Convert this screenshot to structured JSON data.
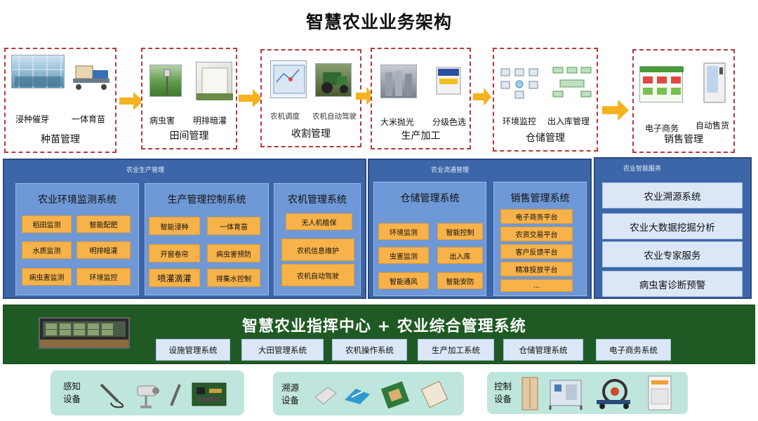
{
  "title": "智慧农业业务架构",
  "stages": [
    {
      "name": "种苗管理",
      "captions": [
        "浸种催芽",
        "一体育苗"
      ]
    },
    {
      "name": "田间管理",
      "captions": [
        "病虫害",
        "明排暗灌"
      ]
    },
    {
      "name": "收割管理",
      "captions": [
        "农机调度",
        "农机自动驾驶"
      ]
    },
    {
      "name": "生产加工",
      "captions": [
        "大米抛光",
        "分级色选"
      ]
    },
    {
      "name": "仓储管理",
      "captions": [
        "环境监控",
        "出入库管理"
      ]
    },
    {
      "name": "销售管理",
      "captions": [
        "电子商务",
        "自动售货"
      ]
    }
  ],
  "panels": {
    "production": {
      "label": "农业生产管理",
      "systems": [
        {
          "title": "农业环境监测系统",
          "items": [
            "稻田监测",
            "智能配肥",
            "水质监测",
            "明排暗灌",
            "病虫害监测",
            "环境监控"
          ]
        },
        {
          "title": "生产管理控制系统",
          "items": [
            "智能浸种",
            "一体育苗",
            "开窗卷帘",
            "病虫害预防",
            "喷灌滴灌",
            "排集水控制"
          ]
        },
        {
          "title": "农机管理系统",
          "items": [
            "无人机植保",
            "农机信息维护",
            "农机自动驾驶"
          ]
        }
      ]
    },
    "circulation": {
      "label": "农业流通管理",
      "systems": [
        {
          "title": "仓储管理系统",
          "items": [
            "环境监测",
            "智能控制",
            "虫害监测",
            "出入库",
            "智能通风",
            "智能安防"
          ]
        },
        {
          "title": "销售管理系统",
          "items": [
            "电子商务平台",
            "农资交易平台",
            "客户反馈平台",
            "精准投放平台",
            "..."
          ]
        }
      ]
    },
    "intelligent": {
      "label": "农业智能服务",
      "services": [
        "农业溯源系统",
        "农业大数据挖掘分析",
        "农业专家服务",
        "病虫害诊断预警"
      ]
    }
  },
  "command_center": {
    "title": "智慧农业指挥中心 + 农业综合管理系统",
    "systems": [
      "设施管理系统",
      "大田管理系统",
      "农机操作系统",
      "生产加工系统",
      "仓储管理系统",
      "电子商务系统"
    ]
  },
  "devices": [
    {
      "label_line1": "感知",
      "label_line2": "设备"
    },
    {
      "label_line1": "溯源",
      "label_line2": "设备"
    },
    {
      "label_line1": "控制",
      "label_line2": "设备"
    }
  ],
  "colors": {
    "stage_border": "#b5393a",
    "arrow": "#f5b21d",
    "panel_blue": "#3c66a8",
    "subpanel_blue": "#6f98d6",
    "orange_box": "#f7b24a",
    "command_green": "#1f5a24",
    "device_bg": "#bfe6dc"
  }
}
